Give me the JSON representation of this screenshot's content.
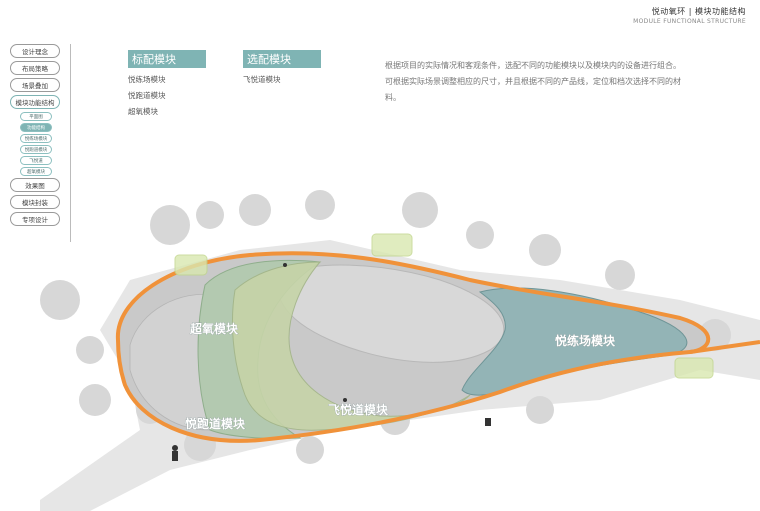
{
  "header": {
    "title": "悦动氧环 | 模块功能结构",
    "subtitle": "MODULE FUNCTIONAL STRUCTURE"
  },
  "sidenav": {
    "items": [
      "设计理念",
      "布局策略",
      "场景叠加",
      "模块功能结构"
    ],
    "subitems": [
      "平面图",
      "功能结构",
      "悦练场模块",
      "悦跑道模块",
      "飞悦道",
      "超氧模块"
    ],
    "items_after": [
      "效果图",
      "模块封装",
      "专项设计"
    ]
  },
  "standard": {
    "title": "标配模块",
    "items": [
      "悦练场模块",
      "悦跑道模块",
      "超氧模块"
    ]
  },
  "optional": {
    "title": "选配模块",
    "items": [
      "飞悦道模块"
    ]
  },
  "description": "根据项目的实际情况和客观条件，选配不同的功能模块以及模块内的设备进行组合。可根据实际场景调整相应的尺寸，并且根据不同的产品线，定位和档次选择不同的材料。",
  "map_labels": {
    "oxygen": "超氧模块",
    "fly": "飞悦道模块",
    "training": "悦练场模块",
    "running": "悦跑道模块"
  },
  "colors": {
    "accent": "#7fb4b4",
    "ring": "#f0923a",
    "plaza": "#c7c7c7",
    "green": "#9fbf9f",
    "teal": "#8fb3b6"
  }
}
